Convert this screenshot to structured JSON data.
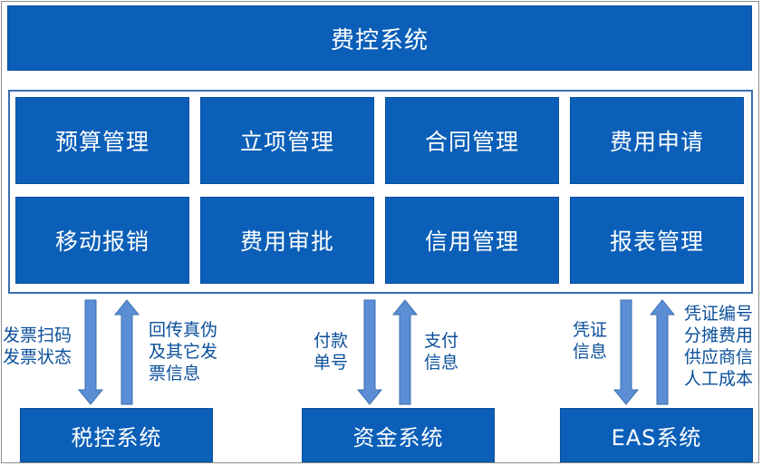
{
  "title": "费控系统",
  "modules_row1": [
    "预算管理",
    "立项管理",
    "合同管理",
    "费用申请"
  ],
  "modules_row2": [
    "移动报销",
    "费用审批",
    "信用管理",
    "报表管理"
  ],
  "systems": [
    "税控系统",
    "资金系统",
    "EAS系统"
  ],
  "labels": {
    "tax_down": [
      "发票扫码",
      "发票状态"
    ],
    "tax_up": [
      "回传真伪",
      "及其它发",
      "票信息"
    ],
    "fund_down": [
      "付款",
      "单号"
    ],
    "fund_up": [
      "支付",
      "信息"
    ],
    "eas_down": [
      "凭证",
      "信息"
    ],
    "eas_up": [
      "凭证编号",
      "分摊费用",
      "供应商信",
      "人工成本"
    ]
  },
  "colors": {
    "box": "#0b5fb8",
    "arrow": "#5b8ed4",
    "label": "#0b4f9a"
  }
}
